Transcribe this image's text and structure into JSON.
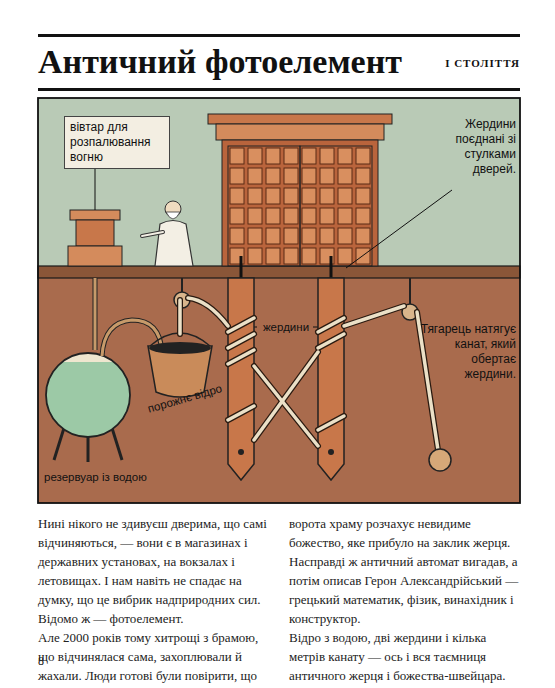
{
  "diagram": {
    "title": "Античний фотоелемент",
    "labels": [
      "І СТОЛІТТЯ",
      "вівтар для розпалювання вогню",
      "Жердини поєднані зі стулками дверей.",
      "жердини",
      "Тягарець натягує канат, який обертає жердини.",
      "порожнє відро",
      "резервуар із водою",
      "Нині нікого не здивуєш дверима, що самі відчиняються, — вони є в магазинах і державних установах, на вокзалах і летовищах. І нам навіть не спадає на думку, що це вибрик надприродних сил. Відомо ж — фотоелемент.",
      "Але 2000 років тому хитрощі з брамою, що відчинялася сама, захоплювали й жахали. Люди готові були повірити, що ворота храму розчахує невидиме божество, яке прибуло на заклик жерця.",
      "Насправді ж античний автомат вигадав, а потім описав Герон Александрійський — грецький математик, фізик, винахідник і конструктор.",
      "Відро з водою, дві жердини і кілька метрів канату — ось і вся таємниця античного жерця і божества-швейцара.",
      "8"
    ]
  }
}
